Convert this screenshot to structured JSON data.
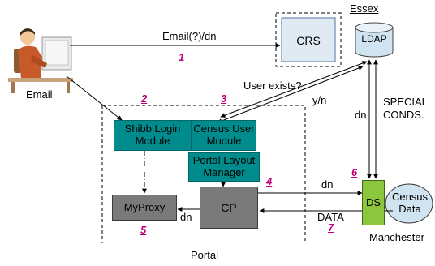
{
  "labels": {
    "essex": "Essex",
    "manchester": "Manchester",
    "portal": "Portal",
    "email": "Email",
    "email_query": "Email(?)/dn",
    "user_exists": "User exists?",
    "yn": "y/n",
    "dn_ldap": "dn",
    "special_conds": "SPECIAL\nCONDS.",
    "dn_cp_ds": "dn",
    "data": "DATA",
    "dn_myproxy": "dn"
  },
  "boxes": {
    "crs": "CRS",
    "ldap": "LDAP",
    "shibb": "Shibb Login\nModule",
    "census_user": "Census User\nModule",
    "portal_layout": "Portal Layout\nManager",
    "myproxy": "MyProxy",
    "cp": "CP",
    "ds": "DS",
    "census_data": "Census\nData"
  },
  "steps": [
    "1",
    "2",
    "3",
    "4",
    "5",
    "6",
    "7"
  ],
  "colors": {
    "teal": "#008c8c",
    "grey": "#7a7a7a",
    "green": "#8cc63f",
    "step": "#c0007a",
    "cylinder": "#cfe3f0"
  },
  "icons": {
    "user": "user-at-computer-icon"
  }
}
